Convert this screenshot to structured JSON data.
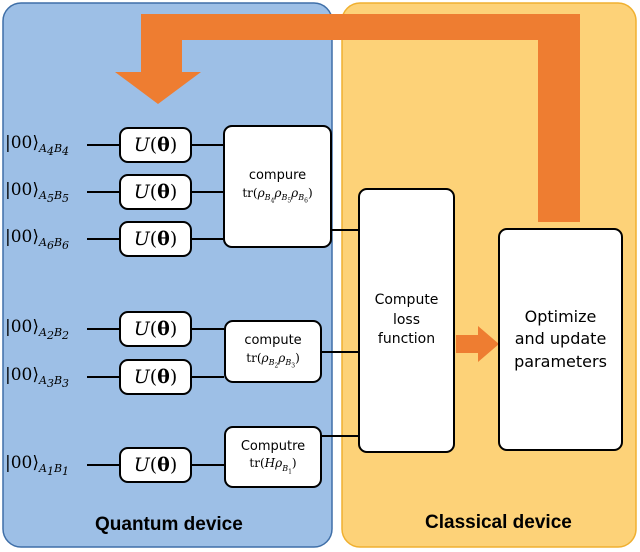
{
  "panels": {
    "quantum": {
      "label": "Quantum device",
      "fill": "#9dbfe6",
      "stroke": "#3f6fa8"
    },
    "classical": {
      "label": "Classical device",
      "fill": "#fdd278",
      "stroke": "#f0b030"
    }
  },
  "arrow_color": "#ee7d31",
  "unitary": {
    "label": "U",
    "param": "θ"
  },
  "kets": [
    {
      "state": "|00⟩",
      "a": "A",
      "a_idx": "4",
      "b": "B",
      "b_idx": "4"
    },
    {
      "state": "|00⟩",
      "a": "A",
      "a_idx": "5",
      "b": "B",
      "b_idx": "5"
    },
    {
      "state": "|00⟩",
      "a": "A",
      "a_idx": "6",
      "b": "B",
      "b_idx": "6"
    },
    {
      "state": "|00⟩",
      "a": "A",
      "a_idx": "2",
      "b": "B",
      "b_idx": "2"
    },
    {
      "state": "|00⟩",
      "a": "A",
      "a_idx": "3",
      "b": "B",
      "b_idx": "3"
    },
    {
      "state": "|00⟩",
      "a": "A",
      "a_idx": "1",
      "b": "B",
      "b_idx": "1"
    }
  ],
  "compute_boxes": {
    "top": {
      "title": "compure",
      "tr": "tr",
      "rho": "ρ",
      "b": "B",
      "i1": "4",
      "i2": "5",
      "i3": "6"
    },
    "middle": {
      "title": "compute",
      "tr": "tr",
      "rho": "ρ",
      "b": "B",
      "i1": "2",
      "i2": "3"
    },
    "bottom": {
      "title": "Computre",
      "tr": "tr",
      "h": "H",
      "rho": "ρ",
      "b": "B",
      "i1": "1"
    }
  },
  "loss_box": {
    "line1": "Compute",
    "line2": "loss",
    "line3": "function"
  },
  "optimize_box": {
    "line1": "Optimize",
    "line2": "and update",
    "line3": "parameters"
  }
}
